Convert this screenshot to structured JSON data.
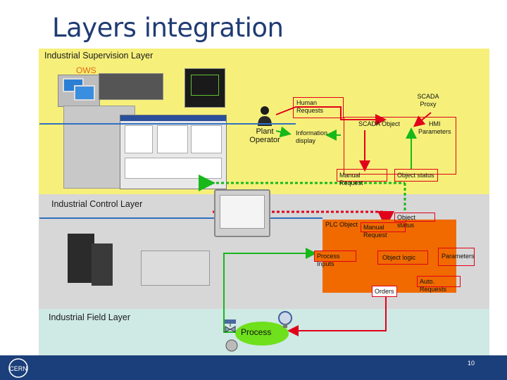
{
  "title": "Layers integration",
  "layers": {
    "supervision": "Industrial Supervision  Layer",
    "control": "Industrial Control Layer",
    "field": "Industrial Field Layer"
  },
  "supervision": {
    "ows": "OWS",
    "operator": "Plant\nOperator",
    "human_requests": "Human\nRequests",
    "information_display": "Information\ndisplay",
    "scada_proxy": "SCADA\nProxy",
    "scada_object": "SCADA Object",
    "hmi_parameters": "HMI\nParameters",
    "manual_request": "Manual Request",
    "object_status": "Object status"
  },
  "control": {
    "plc_object": "PLC Object",
    "object_status": "Object status",
    "manual_request": "Manual Request",
    "process_inputs": "Process Inputs",
    "object_logic": "Object logic",
    "parameters": "Parameters",
    "auto_requests": "Auto. Requests",
    "orders": "Orders"
  },
  "field": {
    "process": "Process"
  },
  "footer": {
    "logo": "CERN",
    "page_number": "10"
  },
  "colors": {
    "supervision_bg": "#f6f07a",
    "control_bg": "#d7d7d7",
    "field_bg": "#cfe9e4",
    "plc_bg": "#f06a00",
    "arrow_green": "#18b81a",
    "arrow_red": "#e0001a",
    "process": "#6ee01c"
  }
}
